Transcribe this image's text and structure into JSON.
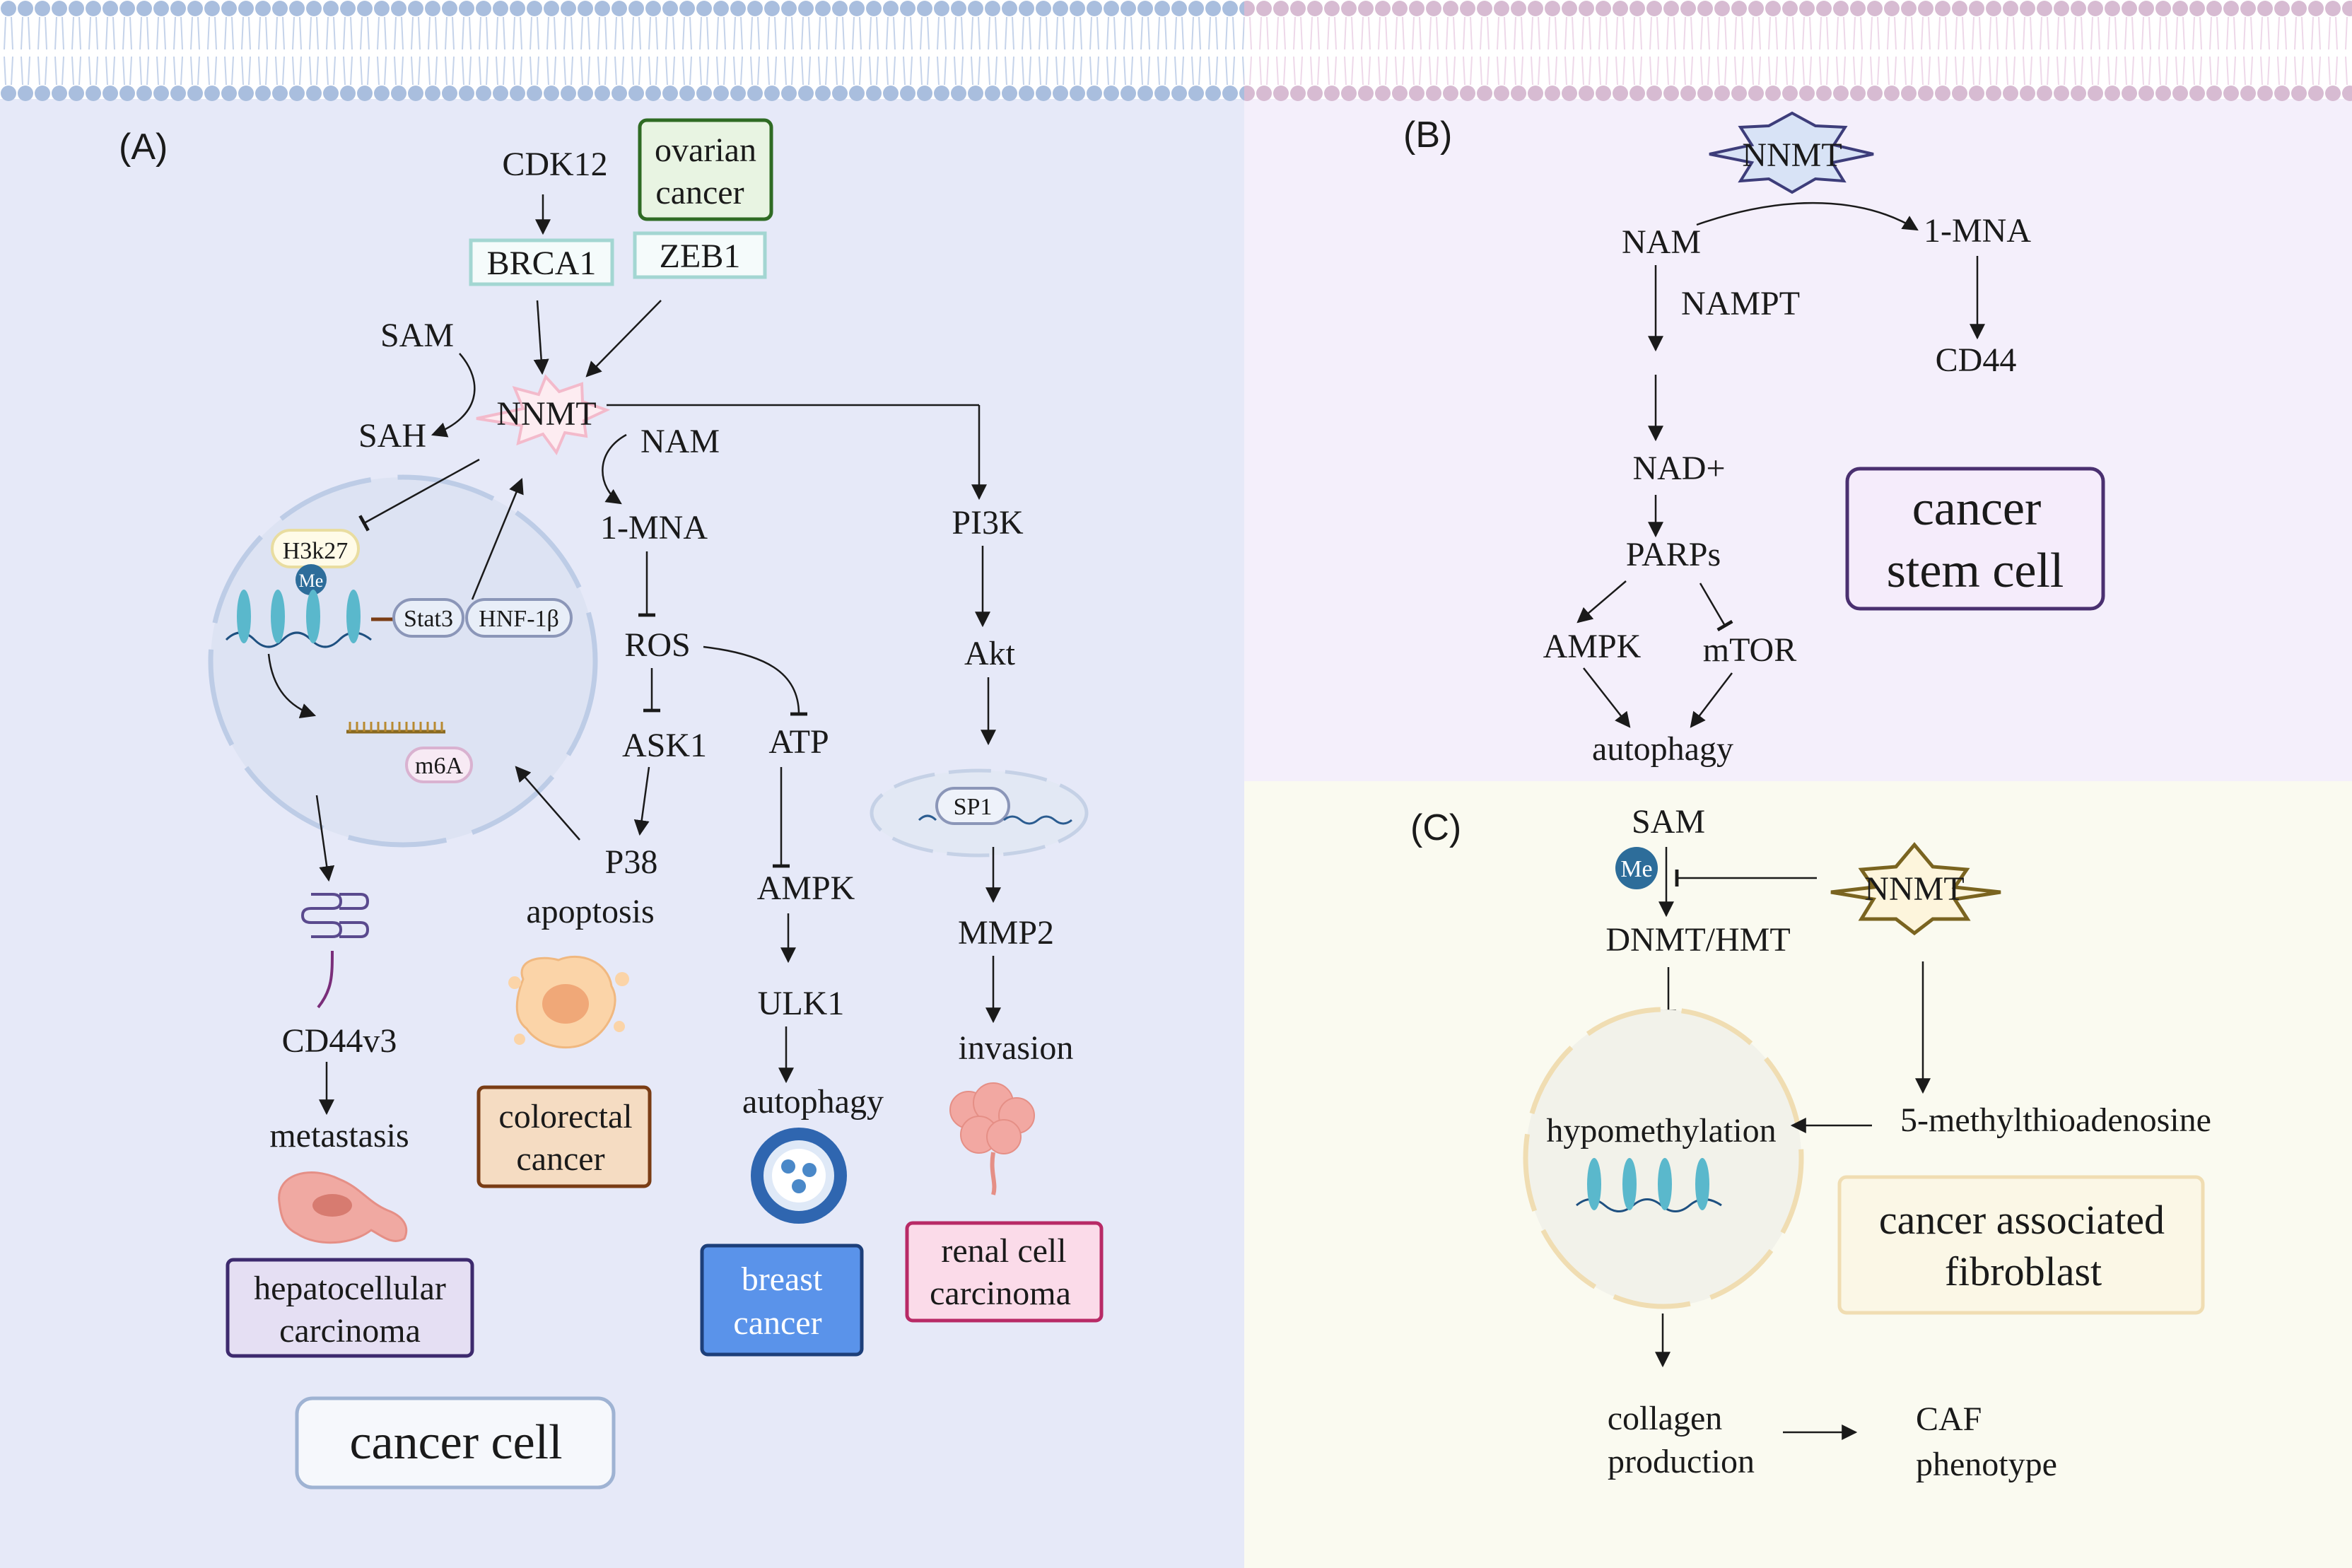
{
  "panels": {
    "a": {
      "label": "(A)",
      "nodes": {
        "cdk12": "CDK12",
        "ovarian": [
          "ovarian",
          "cancer"
        ],
        "brca1": "BRCA1",
        "zeb1": "ZEB1",
        "sam": "SAM",
        "sah": "SAH",
        "nnmt": "NNMT",
        "nam": "NAM",
        "mna": "1-MNA",
        "pi3k": "PI3K",
        "h3k27": "H3k27",
        "me": "Me",
        "stat3": "Stat3",
        "hnf": "HNF-1β",
        "ros": "ROS",
        "akt": "Akt",
        "ask1": "ASK1",
        "atp": "ATP",
        "m6a": "m6A",
        "sp1": "SP1",
        "p38": "P38",
        "apoptosis": "apoptosis",
        "ampk": "AMPK",
        "mmp2": "MMP2",
        "ulk1": "ULK1",
        "invasion": "invasion",
        "cd44v3": "CD44v3",
        "autophagy": "autophagy",
        "metastasis": "metastasis",
        "colorectal": [
          "colorectal",
          "cancer"
        ],
        "hcc": [
          "hepatocellular",
          "carcinoma"
        ],
        "breast": [
          "breast",
          "cancer"
        ],
        "renal": [
          "renal cell",
          "carcinoma"
        ],
        "cancer_cell": "cancer cell"
      }
    },
    "b": {
      "label": "(B)",
      "nodes": {
        "nnmt": "NNMT",
        "nam": "NAM",
        "mna": "1-MNA",
        "nampt": "NAMPT",
        "cd44": "CD44",
        "nad": "NAD+",
        "parps": "PARPs",
        "ampk": "AMPK",
        "mtor": "mTOR",
        "autophagy": "autophagy",
        "csc": [
          "cancer",
          "stem cell"
        ]
      }
    },
    "c": {
      "label": "(C)",
      "nodes": {
        "sam": "SAM",
        "me": "Me",
        "nnmt": "NNMT",
        "dnmt": "DNMT/HMT",
        "hypomethylation": "hypomethylation",
        "mta": "5-methylthioadenosine",
        "caf": [
          "cancer  associated",
          "fibroblast"
        ],
        "collagen": [
          "collagen",
          "production"
        ],
        "caf_phenotype": [
          "CAF",
          "phenotype"
        ]
      }
    }
  },
  "colors": {
    "panel_a_bg": "#e6e9f8",
    "panel_b_bg": "#f4effb",
    "panel_c_bg": "#fafaf0",
    "membrane_left": "#a9bede",
    "membrane_right": "#d7bbd2"
  }
}
